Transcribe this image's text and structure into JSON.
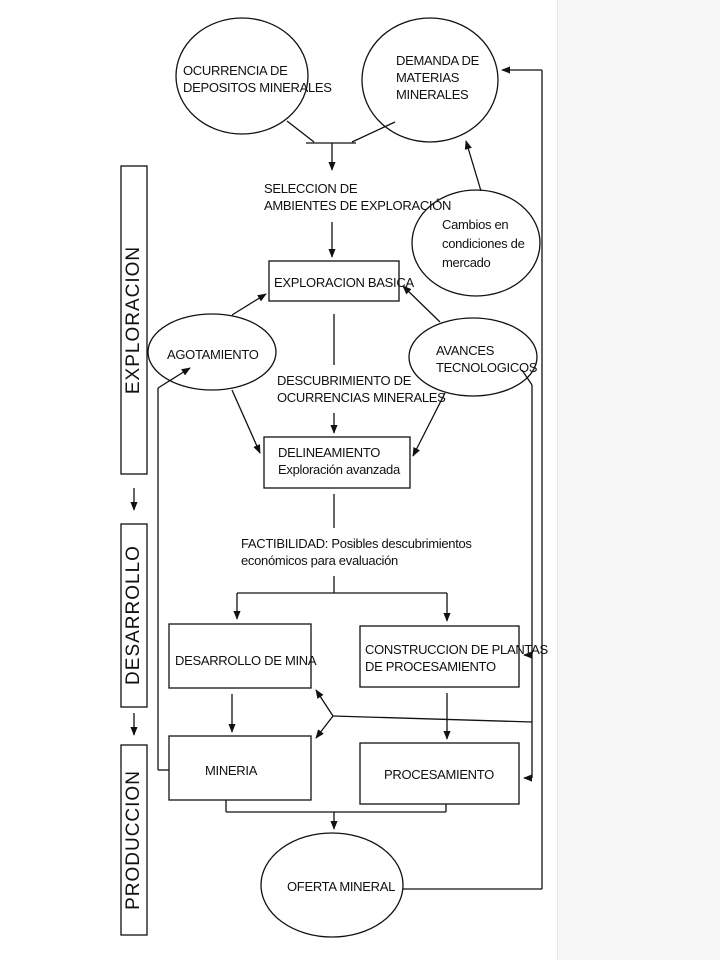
{
  "side_labels": {
    "exploracion": "EXPLORACION",
    "desarrollo": "DESARROLLO",
    "produccion": "PRODUCCION"
  },
  "nodes": {
    "ocurrencia": [
      "OCURRENCIA DE",
      "DEPOSITOS MINERALES"
    ],
    "demanda": [
      "DEMANDA DE",
      "MATERIAS",
      "MINERALES"
    ],
    "seleccion": [
      "SELECCION DE",
      "AMBIENTES DE EXPLORACIÓN"
    ],
    "cambios": [
      "Cambios en",
      "condiciones de",
      "mercado"
    ],
    "exploracion_basica": "EXPLORACION  BASICA",
    "agotamiento": "AGOTAMIENTO",
    "avances": [
      "AVANCES",
      "TECNOLOGICOS"
    ],
    "descubrimiento": [
      "DESCUBRIMIENTO DE",
      "OCURRENCIAS MINERALES"
    ],
    "delineamiento": [
      "DELINEAMIENTO",
      "Exploración avanzada"
    ],
    "factibilidad": [
      "FACTIBILIDAD: Posibles descubrimientos",
      "económicos para evaluación"
    ],
    "desarrollo_mina": "DESARROLLO DE MINA",
    "construccion": [
      "CONSTRUCCION DE PLANTAS",
      "DE PROCESAMIENTO"
    ],
    "mineria": "MINERIA",
    "procesamiento": "PROCESAMIENTO",
    "oferta": "OFERTA MINERAL"
  }
}
